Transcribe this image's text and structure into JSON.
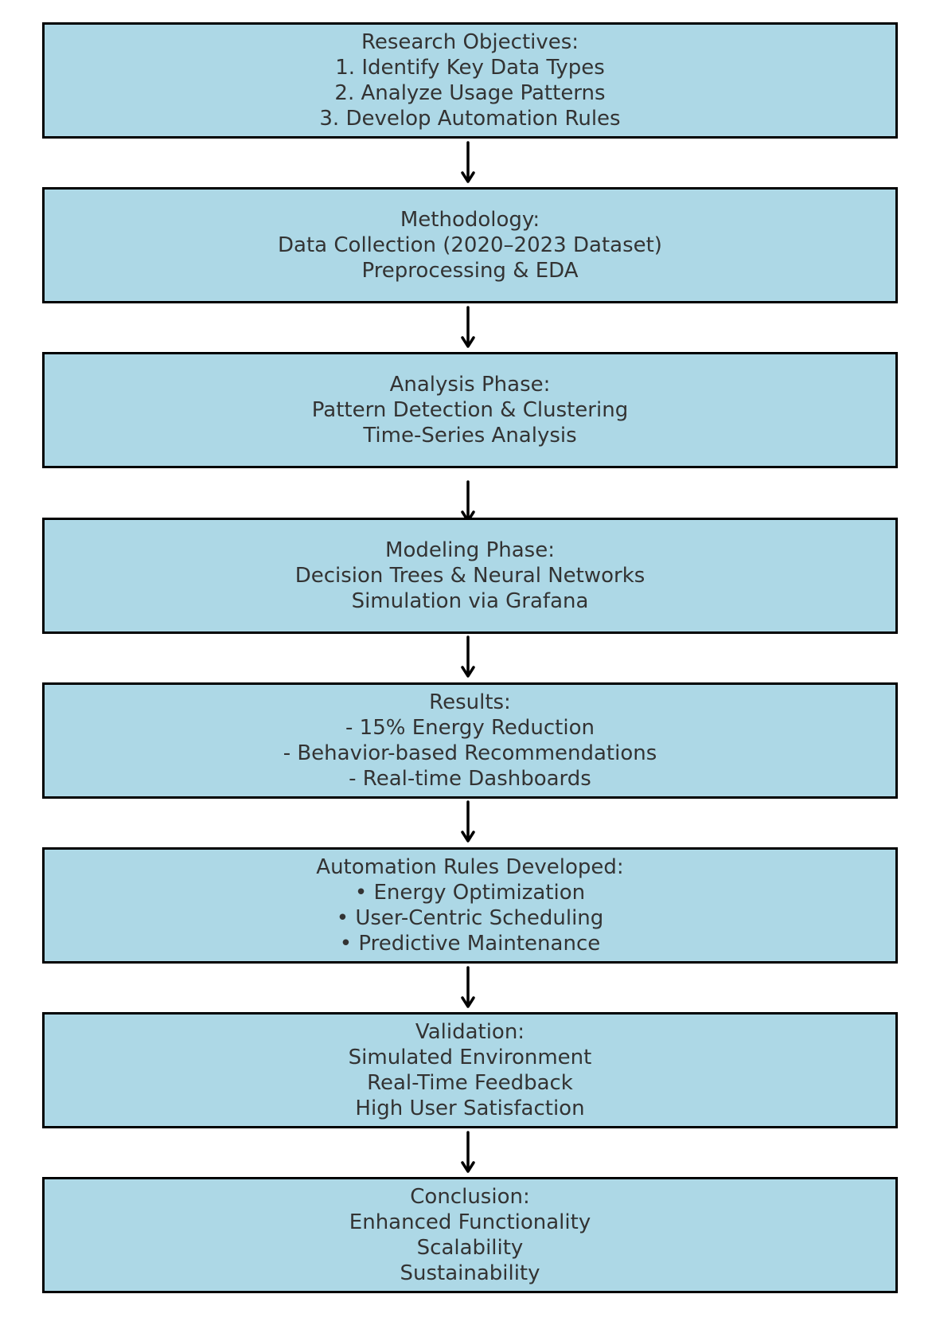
{
  "colors": {
    "box_fill": "#add8e6",
    "box_border": "#000000",
    "text": "#333333",
    "arrow": "#000000"
  },
  "steps": [
    {
      "lines": [
        "Research Objectives:",
        "1. Identify Key Data Types",
        "2. Analyze Usage Patterns",
        "3. Develop Automation Rules"
      ]
    },
    {
      "lines": [
        "Methodology:",
        "Data Collection (2020–2023 Dataset)",
        "Preprocessing & EDA"
      ]
    },
    {
      "lines": [
        "Analysis Phase:",
        "Pattern Detection & Clustering",
        "Time-Series Analysis"
      ]
    },
    {
      "lines": [
        "Modeling Phase:",
        "Decision Trees & Neural Networks",
        "Simulation via Grafana"
      ]
    },
    {
      "lines": [
        "Results:",
        "- 15% Energy Reduction",
        "- Behavior-based Recommendations",
        "- Real-time Dashboards"
      ]
    },
    {
      "lines": [
        "Automation Rules Developed:",
        "• Energy Optimization",
        "• User-Centric Scheduling",
        "• Predictive Maintenance"
      ]
    },
    {
      "lines": [
        "Validation:",
        "Simulated Environment",
        "Real-Time Feedback",
        "High User Satisfaction"
      ]
    },
    {
      "lines": [
        "Conclusion:",
        "Enhanced Functionality",
        "Scalability",
        "Sustainability"
      ]
    }
  ]
}
